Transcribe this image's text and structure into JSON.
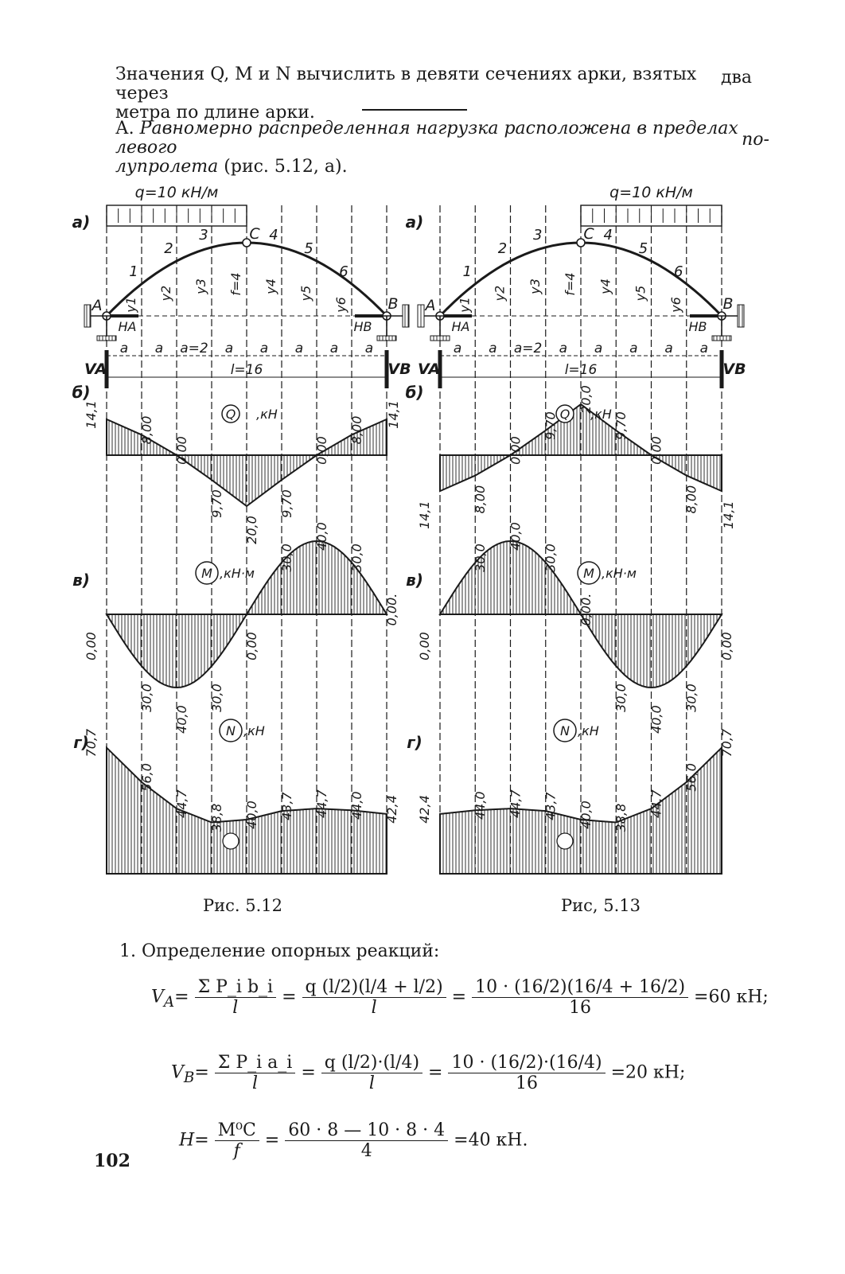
{
  "intro": {
    "line1": "Значения Q, M и N вычислить в девяти сечениях арки, взятых через",
    "line1_tail": "два",
    "line2": "метра по длине арки."
  },
  "section_a": {
    "lead": "А.",
    "italic1": "Равномерно распределенная нагрузка расположена в пределах левого",
    "tail": "по-",
    "italic2": "лупролета",
    "rest": "(рис. 5.12, а)."
  },
  "figures": [
    {
      "caption": "Рис. 5.12",
      "load_label": "q=10 кН/м",
      "panel_labels": [
        "а)",
        "б)",
        "в)",
        "г)"
      ],
      "support_labels": [
        "A",
        "B",
        "C",
        "H",
        "A",
        "H",
        "B",
        "V",
        "A",
        "V",
        "B"
      ],
      "point_labels": [
        "1",
        "2",
        "3",
        "4",
        "5",
        "6"
      ],
      "ordinate_labels": [
        "y1",
        "y2",
        "y3",
        "f=4",
        "y4",
        "y5",
        "y6"
      ],
      "dim_labels": [
        "a",
        "a",
        "a=2",
        "a",
        "a",
        "a",
        "a",
        "a"
      ],
      "span_label": "l=16",
      "Q_label": "Q",
      "Q_unit": ",кН",
      "Q_values": [
        "14,1",
        "8,00",
        "0,00",
        "9,70",
        "20,0",
        "9,70",
        "0,00",
        "8,00",
        "14,1"
      ],
      "M_label": "M",
      "M_unit": ",кН·м",
      "M_values": [
        "0,00",
        "30,0",
        "40,0",
        "30,0",
        "0,00",
        "30,0",
        "40,0",
        "30,0",
        "0,00."
      ],
      "N_label": "N",
      "N_unit": ",кН",
      "N_values": [
        "70,7",
        "56,0",
        "44,7",
        "38,8",
        "40,0",
        "43,7",
        "44,7",
        "44,0",
        "42,4"
      ]
    },
    {
      "caption": "Рис, 5.13",
      "load_label": "q=10 кН/м",
      "panel_labels": [
        "а)",
        "б)",
        "в)",
        "г)"
      ],
      "support_labels": [
        "A",
        "B",
        "C",
        "H",
        "A",
        "H",
        "B",
        "V",
        "A",
        "V",
        "B"
      ],
      "point_labels": [
        "1",
        "2",
        "3",
        "4",
        "5",
        "6"
      ],
      "ordinate_labels": [
        "y1",
        "y2",
        "y3",
        "f=4",
        "y4",
        "y5",
        "y6"
      ],
      "dim_labels": [
        "a",
        "a",
        "a=2",
        "a",
        "a",
        "a",
        "a",
        "a"
      ],
      "span_label": "l=16",
      "Q_label": "Q",
      "Q_unit": ",кН",
      "Q_values": [
        "14,1",
        "8,00",
        "0,00",
        "9,70",
        "20,0",
        "9,70",
        "0,00",
        "8,00",
        "14,1"
      ],
      "M_label": "M",
      "M_unit": ",кН·м",
      "M_values": [
        "0,00",
        "30,0",
        "40,0",
        "30,0",
        "0,00.",
        "30,0",
        "40,0",
        "30,0",
        "0,00"
      ],
      "N_label": "N",
      "N_unit": ",кН",
      "N_values": [
        "42,4",
        "44,0",
        "44,7",
        "43,7",
        "40,0",
        "38,8",
        "44,7",
        "56,0",
        "70,7"
      ]
    }
  ],
  "section_1": "1. Определение опорных реакций:",
  "equations": {
    "va": {
      "lhs": "V",
      "lhs_sub": "A",
      "f1_num": "Σ P_i b_i",
      "f1_den": "l",
      "f2_num": "q (l/2)(l/4 + l/2)",
      "f2_den": "l",
      "f3_num": "10 · (16/2)(16/4 + 16/2)",
      "f3_den": "16",
      "result": "=60 кН;"
    },
    "vb": {
      "lhs": "V",
      "lhs_sub": "B",
      "f1_num": "Σ P_i a_i",
      "f1_den": "l",
      "f2_num": "q (l/2)·(l/4)",
      "f2_den": "l",
      "f3_num": "10 · (16/2)·(16/4)",
      "f3_den": "16",
      "result": "=20 кН;"
    },
    "h": {
      "lhs": "H",
      "f1_num": "M⁰C",
      "f1_den": "f",
      "f3_num": "60 · 8 — 10 · 8 · 4",
      "f3_den": "4",
      "result": "=40 кН."
    }
  },
  "page_number": "102"
}
